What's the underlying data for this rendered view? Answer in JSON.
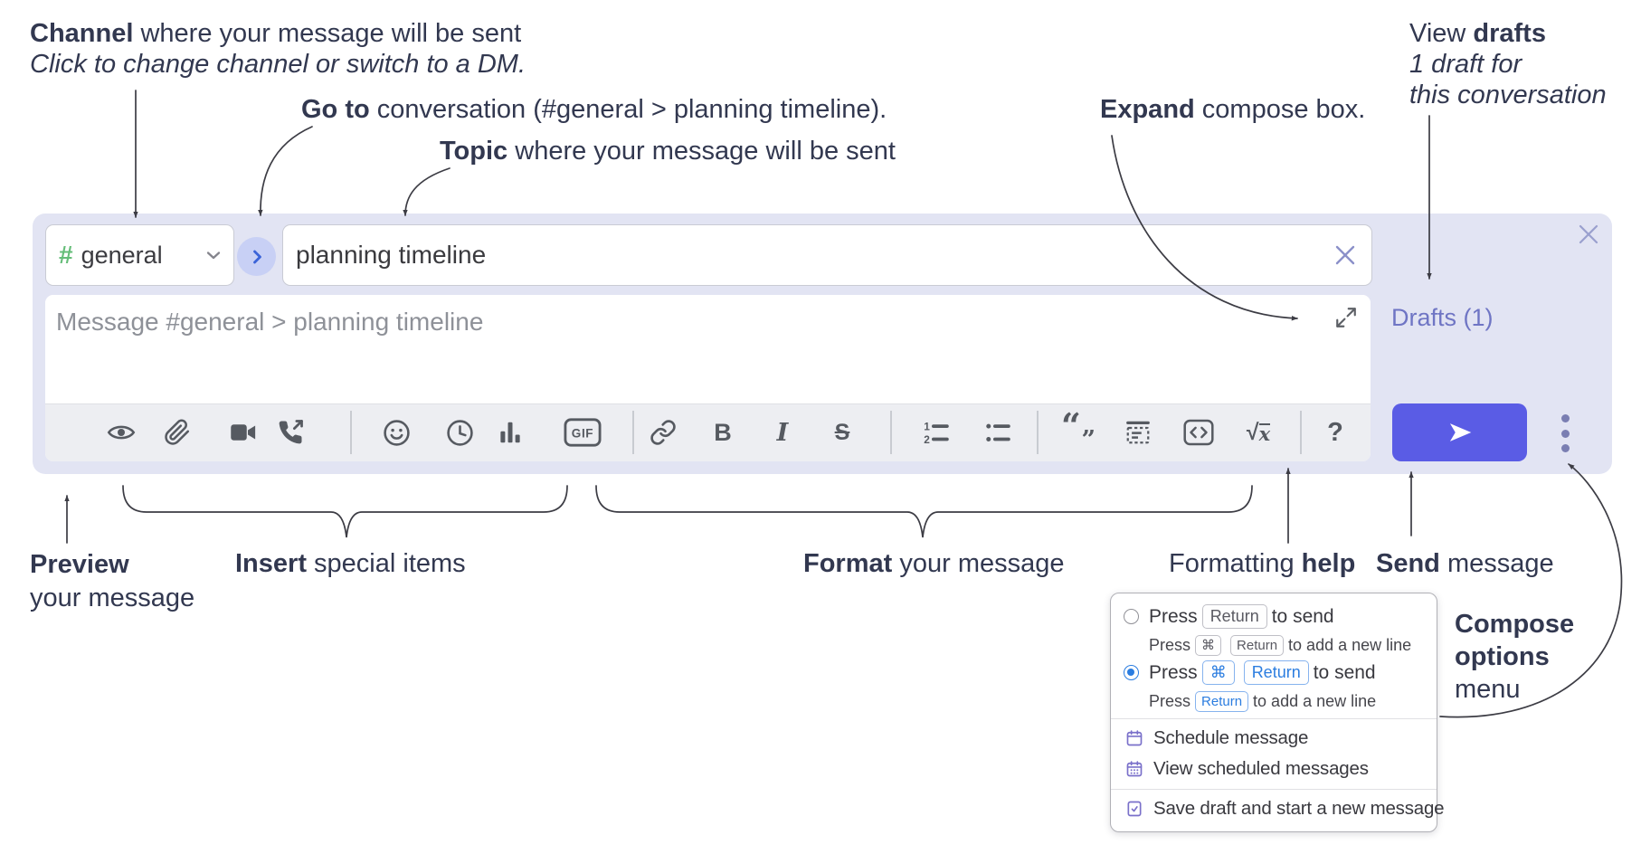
{
  "annotations": {
    "channel": {
      "bold": "Channel",
      "rest": " where your message will be sent",
      "sub": "Click to change channel or switch to a DM."
    },
    "goto": {
      "bold": "Go to",
      "rest": " conversation (#general > planning timeline)."
    },
    "topic": {
      "bold": "Topic",
      "rest": " where your message will be sent"
    },
    "expand": {
      "bold": "Expand",
      "rest": " compose box."
    },
    "drafts": {
      "pre": "View ",
      "bold": "drafts",
      "line2": "1 draft for",
      "line3": "this conversation"
    },
    "preview": {
      "bold": "Preview",
      "line2": "your message"
    },
    "insert": {
      "bold": "Insert",
      "rest": " special items"
    },
    "format": {
      "bold": "Format",
      "rest": " your message"
    },
    "help": {
      "pre": "Formatting ",
      "bold": "help"
    },
    "send": {
      "bold": "Send",
      "rest": " message"
    },
    "compose_options": {
      "bold1": "Compose",
      "bold2": "options",
      "rest": "menu"
    }
  },
  "compose": {
    "channel": {
      "hash": "#",
      "label": "general"
    },
    "topic": {
      "value": "planning timeline"
    },
    "message": {
      "placeholder": "Message #general > planning timeline"
    },
    "drafts_link": {
      "label": "Drafts (1)"
    },
    "toolbar": {
      "gif_label": "GIF",
      "icons": [
        "preview-icon",
        "attach-file-icon",
        "video-call-icon",
        "voice-call-icon",
        "emoji-icon",
        "global-time-icon",
        "poll-icon",
        "gif-icon",
        "link-icon",
        "bold-icon",
        "italic-icon",
        "strikethrough-icon",
        "numbered-list-icon",
        "bulleted-list-icon",
        "quote-icon",
        "spoiler-icon",
        "code-icon",
        "math-icon",
        "help-icon"
      ]
    }
  },
  "popup": {
    "send_options": [
      {
        "press": "Press",
        "key1": "Return",
        "suffix": "to send",
        "sub_press": "Press",
        "sub_key1": "⌘",
        "sub_key2": "Return",
        "sub_suffix": "to add a new line",
        "selected": false
      },
      {
        "press": "Press",
        "key1": "⌘",
        "key2": "Return",
        "suffix": "to send",
        "sub_press": "Press",
        "sub_key1": "Return",
        "sub_suffix": "to add a new line",
        "selected": true
      }
    ],
    "menu_items": [
      {
        "icon": "schedule-calendar-icon",
        "label": "Schedule message"
      },
      {
        "icon": "view-scheduled-icon",
        "label": "View scheduled messages"
      },
      {
        "icon": "save-draft-icon",
        "label": "Save draft and start a new message"
      }
    ]
  },
  "colors": {
    "compose_bg": "#e2e4f3",
    "send_button": "#5a5ce5",
    "drafts_link": "#6f75c4",
    "hash_green": "#65bd78",
    "goto_blue": "#3b63d8",
    "radio_blue": "#2b7de0",
    "menu_icon_purple": "#7a70ca",
    "annotation_text": "#323850"
  }
}
